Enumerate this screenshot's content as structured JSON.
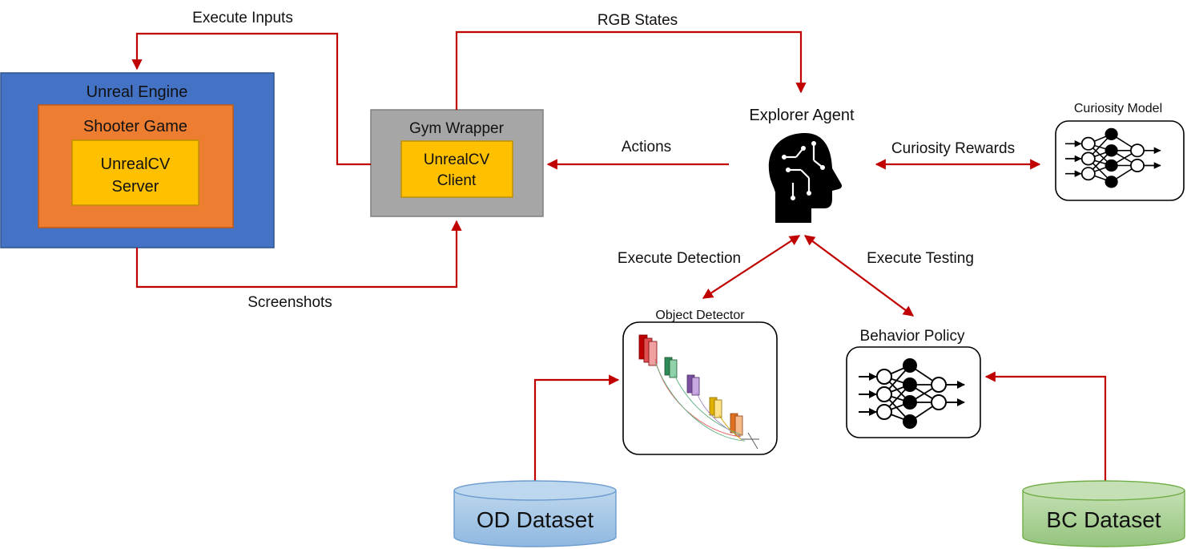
{
  "labels": {
    "execute_inputs": "Execute Inputs",
    "rgb_states": "RGB States",
    "screenshots": "Screenshots",
    "actions": "Actions",
    "curiosity_rewards": "Curiosity Rewards",
    "execute_detection": "Execute Detection",
    "execute_testing": "Execute Testing"
  },
  "boxes": {
    "unreal_engine": "Unreal Engine",
    "shooter_game": "Shooter Game",
    "unrealcv_server_line1": "UnrealCV",
    "unrealcv_server_line2": "Server",
    "gym_wrapper": "Gym Wrapper",
    "unrealcv_client_line1": "UnrealCV",
    "unrealcv_client_line2": "Client",
    "explorer_agent": "Explorer Agent",
    "curiosity_model": "Curiosity Model",
    "object_detector": "Object Detector",
    "behavior_policy": "Behavior Policy",
    "od_dataset": "OD Dataset",
    "bc_dataset": "BC Dataset"
  },
  "colors": {
    "arrow": "#c00000",
    "unreal_engine": "#4472c4",
    "shooter_game": "#ed7d31",
    "unrealcv": "#ffc000",
    "gym_wrapper": "#a6a6a6",
    "od_dataset": "#9dc3e6",
    "bc_dataset": "#a9d18e"
  },
  "icons": {
    "agent": "brain-head-icon",
    "network": "neural-network-icon"
  }
}
